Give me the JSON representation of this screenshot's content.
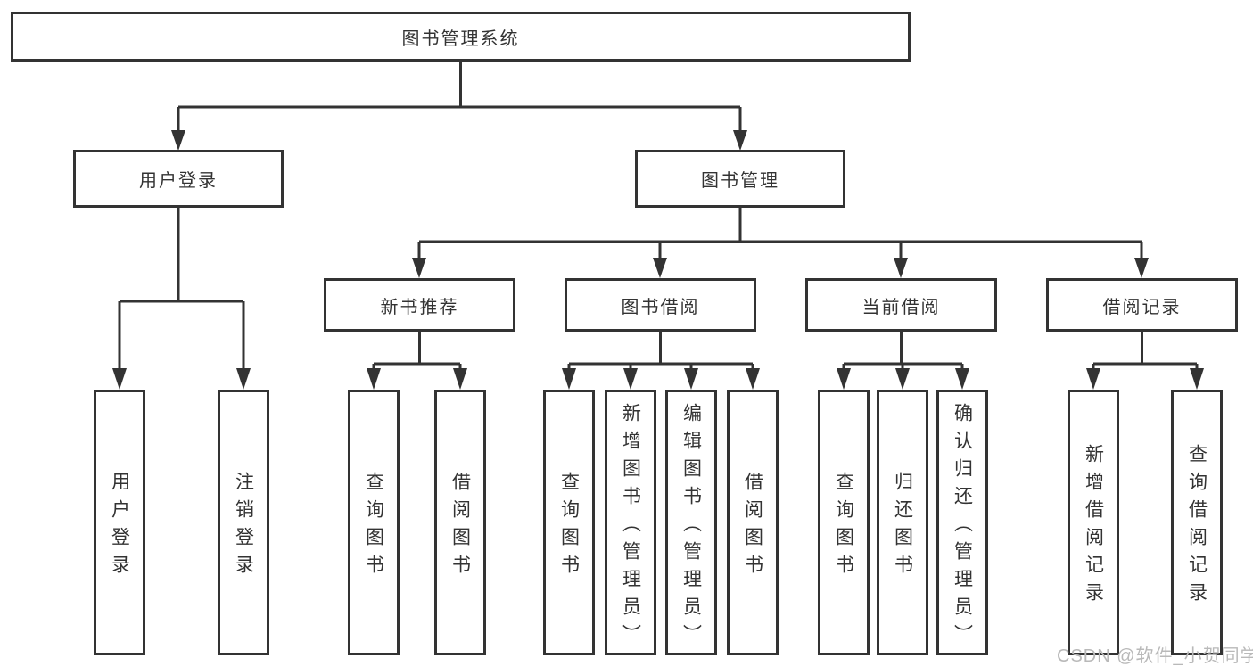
{
  "diagram": {
    "title": "图书管理系统",
    "branches": [
      {
        "label": "用户登录",
        "children": [
          "用户登录",
          "注销登录"
        ]
      },
      {
        "label": "图书管理"
      }
    ],
    "modules": [
      {
        "label": "新书推荐",
        "children": [
          "查询图书",
          "借阅图书"
        ]
      },
      {
        "label": "图书借阅",
        "children": [
          "查询图书",
          "新增图书（管理员）",
          "编辑图书（管理员）",
          "借阅图书"
        ]
      },
      {
        "label": "当前借阅",
        "children": [
          "查询图书",
          "归还图书",
          "确认归还（管理员）"
        ]
      },
      {
        "label": "借阅记录",
        "children": [
          "新增借阅记录",
          "查询借阅记录"
        ]
      }
    ]
  },
  "watermark": "CSDN @软件_小贺同学",
  "colors": {
    "line": "#333333",
    "text": "#333333",
    "box_bg": "#ffffff",
    "watermark": "#b9b9b9"
  }
}
